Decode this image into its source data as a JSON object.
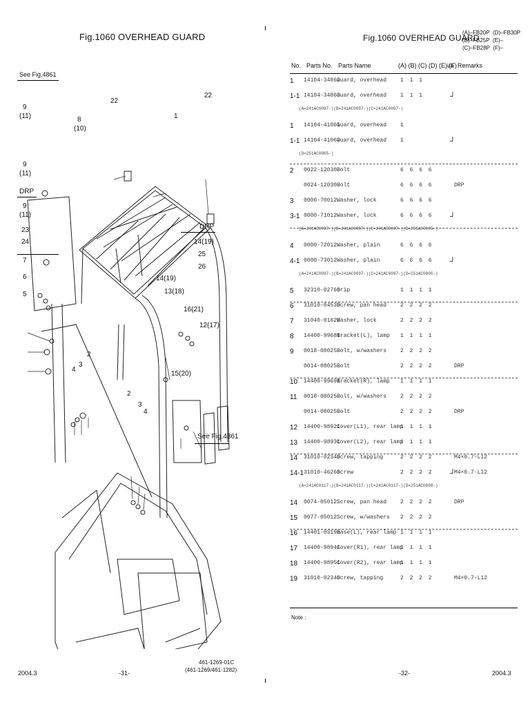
{
  "left_page": {
    "title": "Fig.1060  OVERHEAD GUARD",
    "see_fig_top": "See Fig.4861",
    "see_fig_bottom": "See Fig.4861",
    "footer_left": "2004.3",
    "footer_center": "-31-",
    "footer_right_1": "461-1269-01C",
    "footer_right_2": "(461-1269/461-1282)",
    "callouts": [
      "9",
      "(11)",
      "8",
      "(10)",
      "9",
      "(11)",
      "DRP",
      "9",
      "(11)",
      "23",
      "24",
      "7",
      "6",
      "5",
      "22",
      "22",
      "1",
      "DRP",
      "14(19)",
      "25",
      "26",
      "14(19)",
      "13(18)",
      "16(21)",
      "12(17)",
      "15(20)",
      "4",
      "3",
      "2",
      "2",
      "3",
      "4"
    ]
  },
  "right_page": {
    "title": "Fig.1060  OVERHEAD GUARD",
    "models": [
      "(A)–FB20P",
      "(D)–FB30P",
      "(B)–FB25P",
      "(E)–",
      "(C)–FB28P",
      "(F)–"
    ],
    "headers": {
      "no": "No.",
      "parts_no": "Parts No.",
      "parts_name": "Parts Name",
      "cols": "(A) (B) (C) (D) (E) (F)",
      "ia": "i/a",
      "remarks": "Remarks"
    },
    "rows": [
      {
        "no": "1",
        "pn": "14104-34862",
        "name": "Guard, overhead",
        "qty": "1 1 1",
        "mark": "",
        "remark": ""
      },
      {
        "no": "1-1",
        "pn": "14104-34863",
        "name": "Guard, overhead",
        "qty": "1 1 1",
        "mark": "┘",
        "remark": ""
      },
      {
        "note": "(A=241AC0097-)(B=241AC0097-)(C=241AC0097-)"
      },
      {
        "no": "1",
        "pn": "14104-41061",
        "name": "Guard, overhead",
        "qty": "      1",
        "mark": "",
        "remark": ""
      },
      {
        "no": "1-1",
        "pn": "14104-41062",
        "name": "Guard, overhead",
        "qty": "      1",
        "mark": "┘",
        "remark": ""
      },
      {
        "note": "(D=251AC0005-)"
      },
      {
        "no": "2",
        "pn": "0022-12030",
        "name": "Bolt",
        "qty": "6 6 6 6",
        "mark": "",
        "remark": ""
      },
      {
        "no": "",
        "pn": "0024-12030",
        "name": "Bolt",
        "qty": "6 6 6 6",
        "mark": "",
        "remark": "DRP"
      },
      {
        "no": "3",
        "pn": "0000-70012",
        "name": "Washer, lock",
        "qty": "6 6 6 6",
        "mark": "",
        "remark": ""
      },
      {
        "no": "3-1",
        "pn": "0000-71012",
        "name": "Washer, lock",
        "qty": "6 6 6 6",
        "mark": "┘",
        "remark": ""
      },
      {
        "note": "(A=241AC0097-)(B=241AC0097-)(C=241AC0097-)(D=251AC0005-)"
      },
      {
        "no": "4",
        "pn": "0000-72012",
        "name": "Washer, plain",
        "qty": "6 6 6 6",
        "mark": "",
        "remark": ""
      },
      {
        "no": "4-1",
        "pn": "0000-73012",
        "name": "Washer, plain",
        "qty": "6 6 6 6",
        "mark": "┘",
        "remark": ""
      },
      {
        "note": "(A=241AC0097-)(B=241AC0097-)(C=241AC0097-)(D=251AC0005-)"
      },
      {
        "no": "5",
        "pn": "32310-02760",
        "name": "Grip",
        "qty": "1 1 1 1",
        "mark": "",
        "remark": ""
      },
      {
        "no": "6",
        "pn": "31010-04530",
        "name": "Screw, pan head",
        "qty": "2 2 2 2",
        "mark": "",
        "remark": ""
      },
      {
        "no": "7",
        "pn": "31040-01620",
        "name": "Washer, lock",
        "qty": "2 2 2 2",
        "mark": "",
        "remark": ""
      },
      {
        "no": "8",
        "pn": "14400-99681",
        "name": "Bracket(L), lamp",
        "qty": "1 1 1 1",
        "mark": "",
        "remark": ""
      },
      {
        "no": "9",
        "pn": "0018-08025",
        "name": "Bolt, w/washers",
        "qty": "2 2 2 2",
        "mark": "",
        "remark": ""
      },
      {
        "no": "",
        "pn": "0014-08025",
        "name": "Bolt",
        "qty": "2 2 2 2",
        "mark": "",
        "remark": "DRP"
      },
      {
        "no": "10",
        "pn": "14400-99691",
        "name": "Bracket(R), lamp",
        "qty": "1 1 1 1",
        "mark": "",
        "remark": ""
      },
      {
        "no": "11",
        "pn": "0018-08025",
        "name": "Bolt, w/washers",
        "qty": "2 2 2 2",
        "mark": "",
        "remark": ""
      },
      {
        "no": "",
        "pn": "0014-08025",
        "name": "Bolt",
        "qty": "2 2 2 2",
        "mark": "",
        "remark": "DRP"
      },
      {
        "no": "12",
        "pn": "14400-98921",
        "name": "Cover(L1), rear lamp",
        "qty": "1 1 1 1",
        "mark": "",
        "remark": ""
      },
      {
        "no": "13",
        "pn": "14400-98931",
        "name": "Cover(L2), rear lamp",
        "qty": "1 1 1 1",
        "mark": "",
        "remark": ""
      },
      {
        "no": "14",
        "pn": "31010-02340",
        "name": "Screw, tapping",
        "qty": "2 2 2 2",
        "mark": "",
        "remark": "M4×0.7-L12"
      },
      {
        "no": "14-1",
        "pn": "31010-46260",
        "name": "Screw",
        "qty": "2 2 2 2",
        "mark": "┘",
        "remark": "M4×0.7-L12"
      },
      {
        "note": "(A=241AC0117-)(B=241AC0117-)(C=241AC0117-)(D=251AC0008-)"
      },
      {
        "no": "14",
        "pn": "0074-05012",
        "name": "Screw, pan head",
        "qty": "2 2 2 2",
        "mark": "",
        "remark": "DRP"
      },
      {
        "no": "15",
        "pn": "0077-05012",
        "name": "Screw, w/washers",
        "qty": "2 2 2 2",
        "mark": "",
        "remark": ""
      },
      {
        "no": "16",
        "pn": "14401-03190",
        "name": "Base(L), rear lamp",
        "qty": "1 1 1 1",
        "mark": "",
        "remark": ""
      },
      {
        "no": "17",
        "pn": "14400-98941",
        "name": "Cover(R1), rear lamp",
        "qty": "1 1 1 1",
        "mark": "",
        "remark": ""
      },
      {
        "no": "18",
        "pn": "14400-98951",
        "name": "Cover(R2), rear lamp",
        "qty": "1 1 1 1",
        "mark": "",
        "remark": ""
      },
      {
        "no": "19",
        "pn": "31010-02340",
        "name": "Screw, tapping",
        "qty": "2 2 2 2",
        "mark": "",
        "remark": "M4×0.7-L12"
      }
    ],
    "note_label": "Note :",
    "footer_center": "-32-",
    "footer_right": "2004.3"
  }
}
